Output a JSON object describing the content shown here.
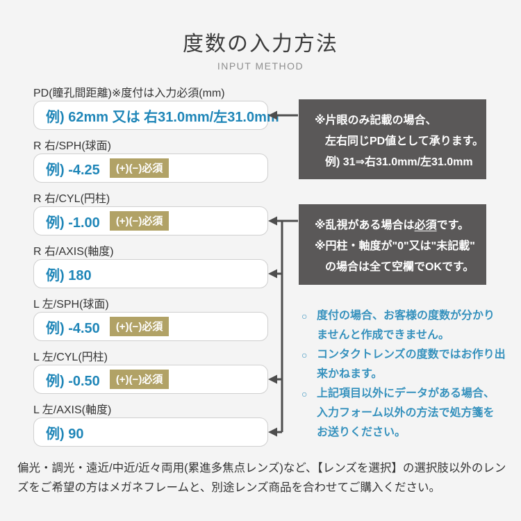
{
  "header": {
    "title": "度数の入力方法",
    "subtitle": "INPUT METHOD"
  },
  "fields": [
    {
      "label": "PD(瞳孔間距離)※度付は入力必須(mm)",
      "example": "例) 62mm 又は 右31.0mm/左31.0mm"
    },
    {
      "label": "R 右/SPH(球面)",
      "example": "例) -4.25",
      "tag": "(+)(−)必須"
    },
    {
      "label": "R 右/CYL(円柱)",
      "example": "例) -1.00",
      "tag": "(+)(−)必須"
    },
    {
      "label": "R 右/AXIS(軸度)",
      "example": "例) 180"
    },
    {
      "label": "L 左/SPH(球面)",
      "example": "例) -4.50",
      "tag": "(+)(−)必須"
    },
    {
      "label": "L 左/CYL(円柱)",
      "example": "例) -0.50",
      "tag": "(+)(−)必須"
    },
    {
      "label": "L 左/AXIS(軸度)",
      "example": "例) 90"
    }
  ],
  "pd_note": {
    "line1": "※片眼のみ記載の場合、",
    "line2": "左右同じPD値として承ります。",
    "line3": "例) 31⇒右31.0mm/左31.0mm"
  },
  "cyl_axis_note": {
    "line1_pre": "※乱視がある場合は",
    "line1_em": "必須",
    "line1_post": "です。",
    "line2": "※円柱・軸度が\"0\"又は\"未記載\"",
    "line3": "の場合は全て空欄でOKです。"
  },
  "bullet_marker": "○",
  "bullets": [
    {
      "lines": [
        "度付の場合、お客様の度数が分かり",
        "ませんと作成できません。"
      ]
    },
    {
      "lines": [
        "コンタクトレンズの度数ではお作り出",
        "来かねます。"
      ]
    },
    {
      "lines": [
        "上記項目以外にデータがある場合、",
        "入力フォーム以外の方法で処方箋を",
        "お送りください。"
      ]
    }
  ],
  "footer": {
    "lines": [
      "偏光・調光・遠近/中近/近々両用(累進多焦点レンズ)など、【レンズを選択】の選択肢以外のレン",
      "ズをご希望の方はメガネフレームと、別途レンズ商品を合わせてご購入ください。"
    ]
  },
  "colors": {
    "background": "#f4f4f4",
    "example_blue": "#1f86b8",
    "bullet_blue": "#3591bd",
    "tag_gold": "#b1a266",
    "note_gray": "#5a5858",
    "arrow_gray": "#4d4d4d",
    "box_border": "#cfcfcf"
  }
}
